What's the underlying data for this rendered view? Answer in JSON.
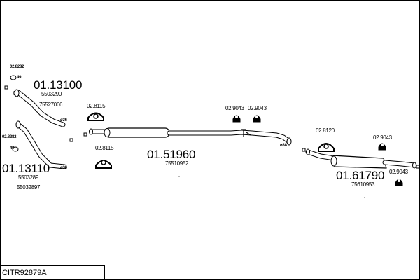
{
  "diagram": {
    "code": "CITR92879A",
    "parts": {
      "front_pipe_upper": {
        "part_no": "01.13100",
        "refs": [
          "5503290",
          "75527066"
        ],
        "mount_code": "02.8282",
        "mount_size": "49",
        "diameter": "ø36"
      },
      "front_pipe_lower": {
        "part_no": "01.13110",
        "refs": [
          "5503289",
          "55032897"
        ],
        "mount_code": "02.8282",
        "mount_size": "49",
        "diameter": "ø36"
      },
      "middle_silencer": {
        "part_no": "01.51960",
        "refs": [
          "75510952"
        ],
        "diameter": "ø38"
      },
      "rear_silencer": {
        "part_no": "01.61790",
        "refs": [
          "75610953"
        ]
      }
    },
    "hangers": [
      "02.8115",
      "02.8115",
      "02.9043",
      "02.9043",
      "02.8120",
      "02.9043",
      "02.9043"
    ]
  }
}
